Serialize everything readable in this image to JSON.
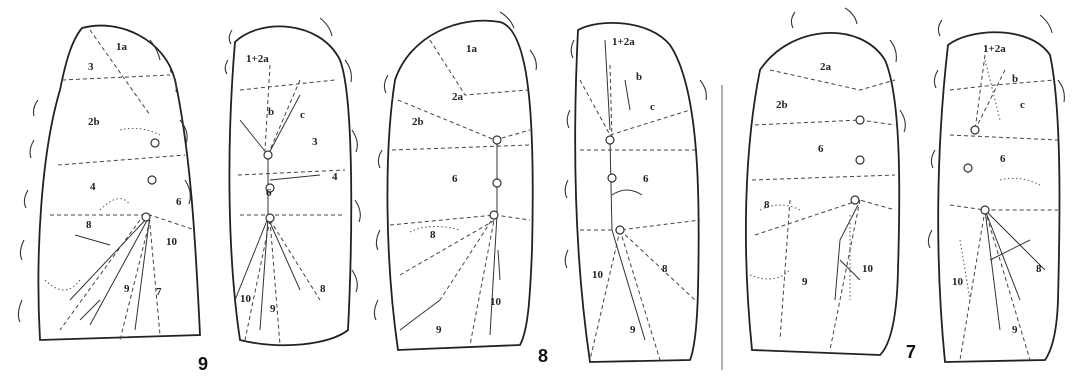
{
  "figure_numbers": [
    "9",
    "8",
    "7"
  ],
  "drawings": [
    {
      "id": "d1",
      "labels": [
        "1a",
        "3",
        "2b",
        "4",
        "6",
        "8",
        "10",
        "9",
        "7"
      ]
    },
    {
      "id": "d2",
      "labels": [
        "1+2a",
        "b",
        "c",
        "3",
        "6",
        "4",
        "10",
        "9",
        "8"
      ]
    },
    {
      "id": "d3",
      "labels": [
        "1a",
        "2a",
        "2b",
        "6",
        "8",
        "10",
        "9"
      ]
    },
    {
      "id": "d4",
      "labels": [
        "1+2a",
        "b",
        "c",
        "6",
        "10",
        "8",
        "9"
      ]
    },
    {
      "id": "d5",
      "labels": [
        "2a",
        "2b",
        "6",
        "8",
        "9",
        "10"
      ]
    },
    {
      "id": "d6",
      "labels": [
        "1+2a",
        "b",
        "c",
        "6",
        "10",
        "8",
        "9"
      ]
    }
  ]
}
